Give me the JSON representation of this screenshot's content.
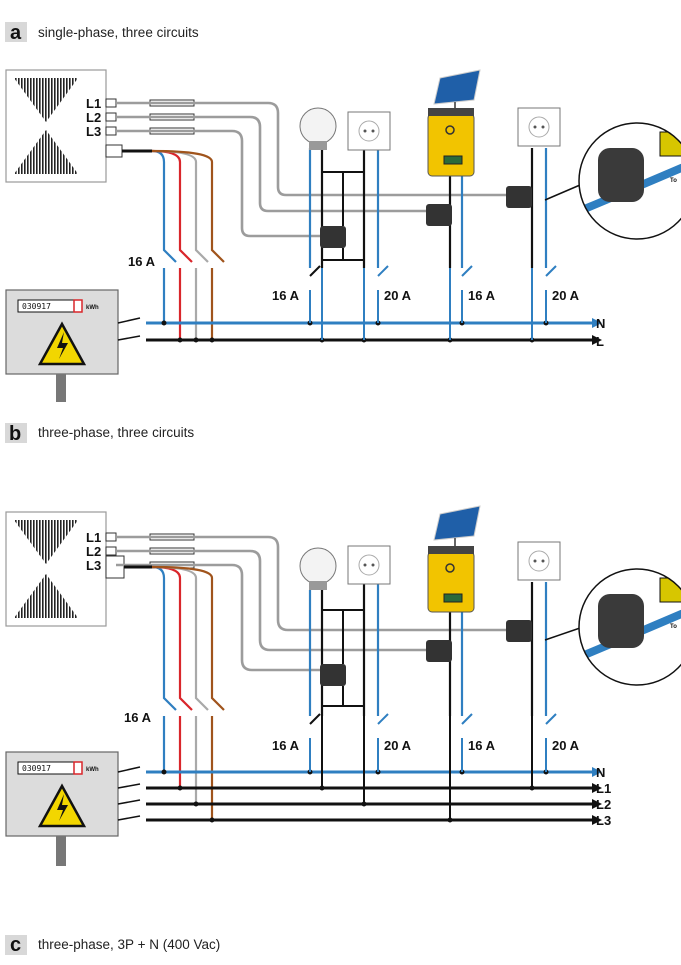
{
  "panels": [
    {
      "letter": "a",
      "caption": "single-phase, three circuits",
      "device_labels": [
        "L1",
        "L2",
        "L3"
      ],
      "main_breaker": "16 A",
      "circuit_breakers": [
        "16 A",
        "20 A",
        "16 A",
        "20 A"
      ],
      "bus_labels": [
        "N",
        "L"
      ],
      "meter_reading": "030917",
      "meter_unit": "kWh"
    },
    {
      "letter": "b",
      "caption": "three-phase, three circuits",
      "device_labels": [
        "L1",
        "L2",
        "L3"
      ],
      "main_breaker": "16 A",
      "circuit_breakers": [
        "16 A",
        "20 A",
        "16 A",
        "20 A"
      ],
      "bus_labels": [
        "N",
        "L1",
        "L2",
        "L3"
      ],
      "meter_reading": "030917",
      "meter_unit": "kWh"
    },
    {
      "letter": "c",
      "caption": "three-phase, 3P + N (400 Vac)"
    }
  ],
  "colors": {
    "neutral": "#2f7fc1",
    "l1": "#d9262b",
    "l2": "#a9a9a9",
    "l3": "#a0541c",
    "phase": "#111111",
    "inverter": "#f2c400",
    "badge": "#d8d8d8"
  },
  "icons": [
    "bulb-icon",
    "socket-icon",
    "solar-panel-icon",
    "inverter-icon",
    "current-clamp-icon",
    "warning-icon",
    "meter-icon"
  ],
  "clamp_text": "To"
}
